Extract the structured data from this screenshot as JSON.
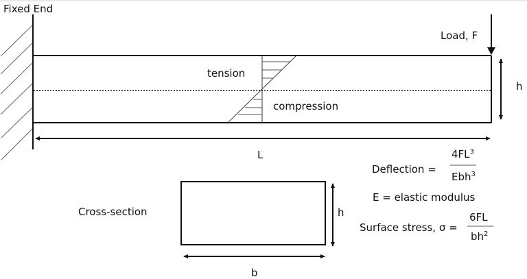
{
  "labels": {
    "fixed_end": "Fixed End",
    "load": "Load, F",
    "tension": "tension",
    "compression": "compression",
    "height_side": "h",
    "length": "L",
    "cross_section": "Cross-section",
    "cs_height": "h",
    "cs_width": "b"
  },
  "formulas": {
    "deflection": {
      "lhs": "Deflection =",
      "numerator": "4FL",
      "numerator_sup": "3",
      "denominator": "Ebh",
      "denominator_sup": "3"
    },
    "modulus": "E = elastic modulus",
    "stress": {
      "lhs": "Surface stress, σ =",
      "numerator": "6FL",
      "denominator": "bh",
      "denominator_sup": "2"
    }
  },
  "colors": {
    "line": "#111111",
    "hatch": "#555555",
    "background": "#ffffff"
  }
}
